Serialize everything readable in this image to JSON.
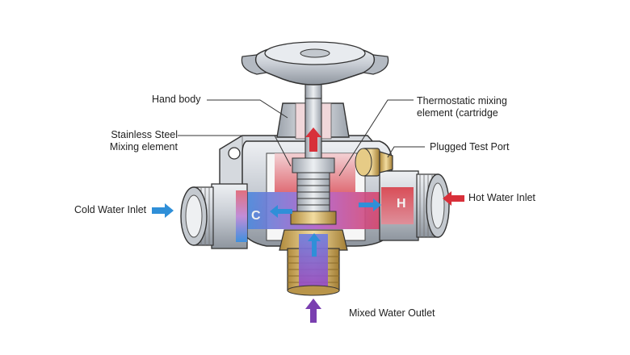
{
  "labels": {
    "hand_body": "Hand body",
    "stainless_line1": "Stainless Steel",
    "stainless_line2": "Mixing element",
    "thermo_line1": "Thermostatic mixing",
    "thermo_line2": "element (cartridge",
    "test_port": "Plugged Test Port",
    "cold_inlet": "Cold Water Inlet",
    "hot_inlet": "Hot Water Inlet",
    "mixed_outlet": "Mixed Water Outlet",
    "cold_marker": "C",
    "hot_marker": "H"
  },
  "colors": {
    "cold": "#2f8fd8",
    "hot": "#d8303a",
    "mixed": "#7a3fb0",
    "metal": "#c7ccd3",
    "brass": "#d9b96a"
  },
  "icons": [
    "arrow-right-icon",
    "arrow-left-icon",
    "arrow-up-icon"
  ]
}
